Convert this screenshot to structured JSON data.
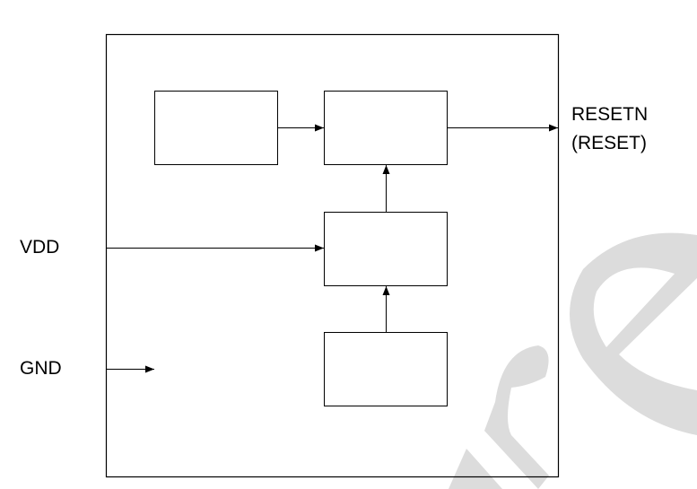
{
  "labels": {
    "output_line1": "RESETN",
    "output_line2": "(RESET)",
    "vdd": "VDD",
    "gnd": "GND"
  },
  "watermark": "re",
  "colors": {
    "line": "#000000",
    "watermark": "#dcdcdc"
  }
}
